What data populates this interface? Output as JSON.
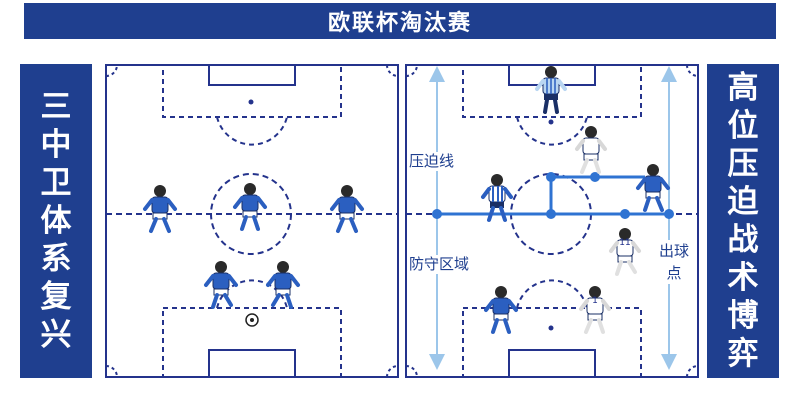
{
  "title": "欧联杯淘汰赛",
  "left_banner": [
    "三",
    "中",
    "卫",
    "体",
    "系",
    "复",
    "兴"
  ],
  "right_banner": [
    "高",
    "位",
    "压",
    "迫",
    "战",
    "术",
    "博",
    "弈"
  ],
  "annotations": {
    "press_line": "压迫线",
    "defense_zone": "防守区域",
    "outlet_point": "出球点"
  },
  "jersey_numbers": {
    "right_player_mid": "11",
    "right_player_low": "1"
  },
  "colors": {
    "navy": "#1f3f8f",
    "pitch_line": "#24338c",
    "accent_blue": "#2f73d2",
    "arrow_light": "#9cc6ea",
    "home_kit": "#2b5fc0",
    "away_kit": "#ffffff"
  },
  "icons": [
    "football-icon",
    "player-figure-icon",
    "goalkeeper-figure-icon"
  ]
}
